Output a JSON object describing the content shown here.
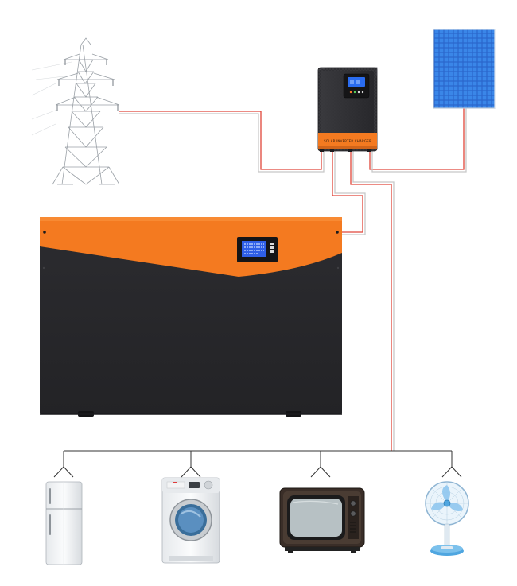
{
  "inverter": {
    "label": "SOLAR INVERTER CHARGER",
    "accent_color": "#f47a20",
    "body_color": "#2f2f33",
    "screen_color": "#2a6cf0"
  },
  "battery": {
    "accent_color": "#f47a20",
    "body_color": "#2d2d30",
    "display_color": "#2f5fe8"
  },
  "solar_panel": {
    "cell_color": "#2f73d9"
  },
  "wiring": {
    "red_wire_color": "#e0463a",
    "neutral_wire_color": "#b8b8b8",
    "load_bus_color": "#333333"
  },
  "nodes": [
    {
      "name": "transmission-tower",
      "icon": "transmission-tower-icon"
    },
    {
      "name": "hybrid-inverter",
      "icon": "inverter-icon"
    },
    {
      "name": "solar-panel",
      "icon": "solar-panel-icon"
    },
    {
      "name": "battery-pack",
      "icon": "battery-icon"
    },
    {
      "name": "refrigerator",
      "icon": "refrigerator-icon"
    },
    {
      "name": "washing-machine",
      "icon": "washing-machine-icon"
    },
    {
      "name": "television",
      "icon": "tv-icon"
    },
    {
      "name": "electric-fan",
      "icon": "fan-icon"
    }
  ]
}
